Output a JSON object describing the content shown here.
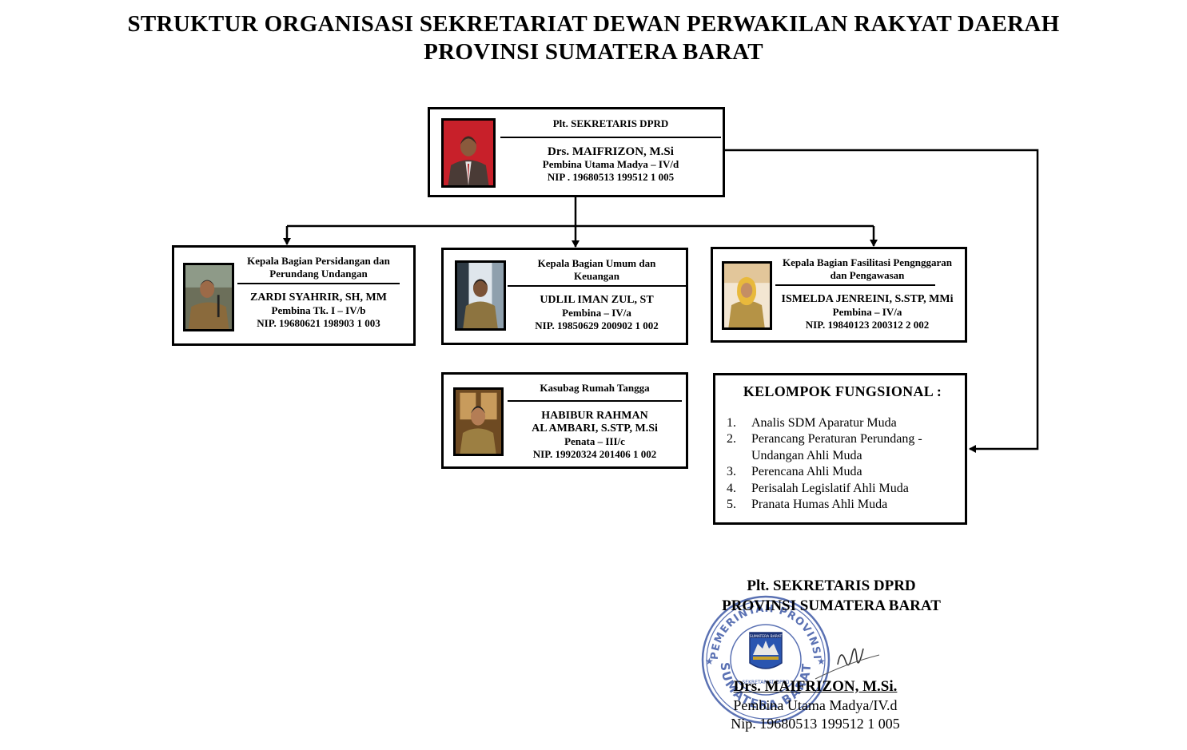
{
  "title": {
    "line1": "STRUKTUR ORGANISASI SEKRETARIAT DEWAN PERWAKILAN RAKYAT DAERAH",
    "line2": "PROVINSI SUMATERA BARAT"
  },
  "secretary": {
    "position": "Plt. SEKRETARIS DPRD",
    "name": "Drs. MAIFRIZON, M.Si",
    "rank": "Pembina Utama Madya – IV/d",
    "nip": "NIP .  19680513 199512 1 005"
  },
  "bagian_persidangan": {
    "position": "Kepala Bagian Persidangan dan Perundang Undangan",
    "name": "ZARDI SYAHRIR, SH, MM",
    "rank": "Pembina Tk. I – IV/b",
    "nip": "NIP.  19680621 198903 1 003"
  },
  "bagian_umum": {
    "position": "Kepala Bagian Umum dan Keuangan",
    "name": "UDLIL IMAN ZUL, ST",
    "rank": "Pembina –  IV/a",
    "nip": "NIP. 19850629 200902 1 002"
  },
  "bagian_fasilitasi": {
    "position": "Kepala Bagian Fasilitasi Pengnggaran dan Pengawasan",
    "name": "ISMELDA JENREINI, S.STP, MMi",
    "rank": "Pembina – IV/a",
    "nip": "NIP.  19840123 200312 2 002"
  },
  "kasubag": {
    "position": "Kasubag Rumah Tangga",
    "name1": "HABIBUR RAHMAN",
    "name2": "AL AMBARI, S.STP, M.Si",
    "rank": "Penata – III/c",
    "nip": "NIP. 19920324 201406 1 002"
  },
  "fungsional": {
    "heading": "KELOMPOK FUNGSIONAL :",
    "items": [
      {
        "num": "1.",
        "text": "Analis SDM Aparatur Muda"
      },
      {
        "num": "2.",
        "text": "Perancang Peraturan Perundang - Undangan Ahli Muda"
      },
      {
        "num": "3.",
        "text": "Perencana Ahli Muda"
      },
      {
        "num": "4.",
        "text": "Perisalah Legislatif Ahli Muda"
      },
      {
        "num": "5.",
        "text": "Pranata Humas Ahli Muda"
      }
    ]
  },
  "signature": {
    "position": "Plt. SEKRETARIS DPRD",
    "region": "PROVINSI SUMATERA BARAT",
    "name": "Drs. MAIFRIZON, M.Si.",
    "rank": "Pembina Utama Madya/IV.d",
    "nip": "Nip. 19680513 199512 1 005"
  },
  "stamp": {
    "arc_top": "PEMERINTAH PROVINSI",
    "arc_bottom": "SUMATERA BARAT",
    "emblem": "SUMATERA BARAT",
    "inner": "SEKRETARIAT DPRD"
  },
  "colors": {
    "line": "#000000",
    "stamp": "#3d58a6"
  }
}
